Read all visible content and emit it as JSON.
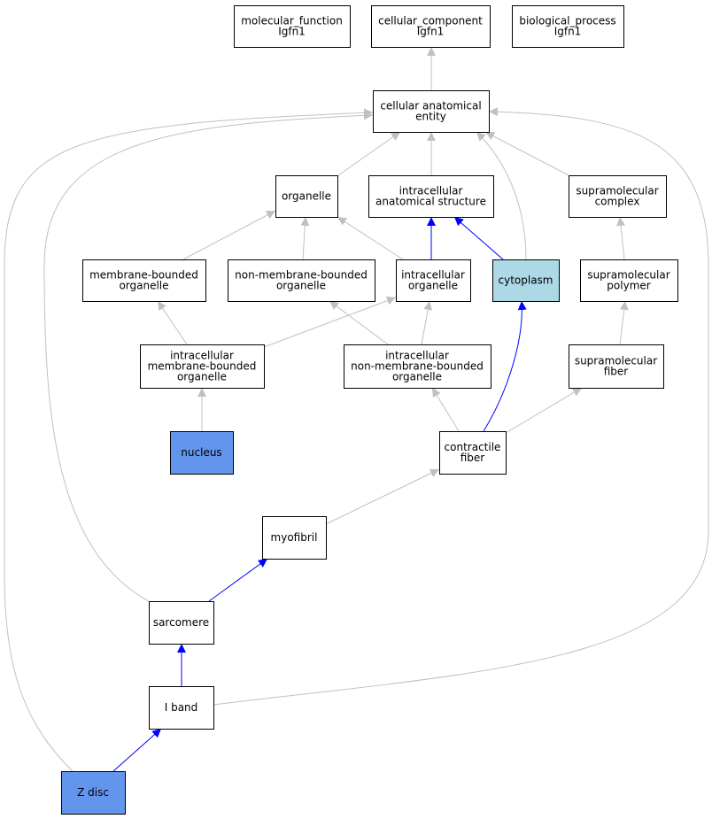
{
  "colors": {
    "default_fill": "#ffffff",
    "term_fill": "#6495ed",
    "cytoplasm_fill": "#add8e6",
    "is_a_edge": "#c0c0c0",
    "part_of_edge": "#0000ff"
  },
  "nodes": {
    "molecular_function": {
      "lines": [
        "molecular_function",
        "Igfn1"
      ],
      "fill": "default"
    },
    "cellular_component": {
      "lines": [
        "cellular_component",
        "Igfn1"
      ],
      "fill": "default"
    },
    "biological_process": {
      "lines": [
        "biological_process",
        "Igfn1"
      ],
      "fill": "default"
    },
    "cellular_anatomical_entity": {
      "lines": [
        "cellular anatomical",
        "entity"
      ],
      "fill": "default"
    },
    "organelle": {
      "lines": [
        "organelle"
      ],
      "fill": "default"
    },
    "intracellular_anatomical_structure": {
      "lines": [
        "intracellular",
        "anatomical structure"
      ],
      "fill": "default"
    },
    "supramolecular_complex": {
      "lines": [
        "supramolecular",
        "complex"
      ],
      "fill": "default"
    },
    "membrane_bounded_organelle": {
      "lines": [
        "membrane-bounded",
        "organelle"
      ],
      "fill": "default"
    },
    "non_membrane_bounded_organelle": {
      "lines": [
        "non-membrane-bounded",
        "organelle"
      ],
      "fill": "default"
    },
    "intracellular_organelle": {
      "lines": [
        "intracellular",
        "organelle"
      ],
      "fill": "default"
    },
    "cytoplasm": {
      "lines": [
        "cytoplasm"
      ],
      "fill": "cytoplasm"
    },
    "supramolecular_polymer": {
      "lines": [
        "supramolecular",
        "polymer"
      ],
      "fill": "default"
    },
    "intracellular_membrane_bounded_organelle": {
      "lines": [
        "intracellular",
        "membrane-bounded",
        "organelle"
      ],
      "fill": "default"
    },
    "intracellular_non_membrane_bounded_organelle": {
      "lines": [
        "intracellular",
        "non-membrane-bounded",
        "organelle"
      ],
      "fill": "default"
    },
    "supramolecular_fiber": {
      "lines": [
        "supramolecular",
        "fiber"
      ],
      "fill": "default"
    },
    "nucleus": {
      "lines": [
        "nucleus"
      ],
      "fill": "term"
    },
    "contractile_fiber": {
      "lines": [
        "contractile",
        "fiber"
      ],
      "fill": "default"
    },
    "myofibril": {
      "lines": [
        "myofibril"
      ],
      "fill": "default"
    },
    "sarcomere": {
      "lines": [
        "sarcomere"
      ],
      "fill": "default"
    },
    "i_band": {
      "lines": [
        "I band"
      ],
      "fill": "default"
    },
    "z_disc": {
      "lines": [
        "Z disc"
      ],
      "fill": "term"
    }
  },
  "edges": [
    {
      "from": "cellular_anatomical_entity",
      "to": "cellular_component",
      "type": "is_a"
    },
    {
      "from": "organelle",
      "to": "cellular_anatomical_entity",
      "type": "is_a"
    },
    {
      "from": "intracellular_anatomical_structure",
      "to": "cellular_anatomical_entity",
      "type": "is_a"
    },
    {
      "from": "cytoplasm",
      "to": "cellular_anatomical_entity",
      "type": "is_a"
    },
    {
      "from": "supramolecular_complex",
      "to": "cellular_anatomical_entity",
      "type": "is_a"
    },
    {
      "from": "sarcomere",
      "to": "cellular_anatomical_entity",
      "type": "is_a"
    },
    {
      "from": "z_disc",
      "to": "cellular_anatomical_entity",
      "type": "is_a"
    },
    {
      "from": "i_band",
      "to": "cellular_anatomical_entity",
      "type": "is_a"
    },
    {
      "from": "membrane_bounded_organelle",
      "to": "organelle",
      "type": "is_a"
    },
    {
      "from": "non_membrane_bounded_organelle",
      "to": "organelle",
      "type": "is_a"
    },
    {
      "from": "intracellular_organelle",
      "to": "organelle",
      "type": "is_a"
    },
    {
      "from": "intracellular_organelle",
      "to": "intracellular_anatomical_structure",
      "type": "part_of"
    },
    {
      "from": "cytoplasm",
      "to": "intracellular_anatomical_structure",
      "type": "part_of"
    },
    {
      "from": "supramolecular_polymer",
      "to": "supramolecular_complex",
      "type": "is_a"
    },
    {
      "from": "intracellular_membrane_bounded_organelle",
      "to": "membrane_bounded_organelle",
      "type": "is_a"
    },
    {
      "from": "intracellular_membrane_bounded_organelle",
      "to": "intracellular_organelle",
      "type": "is_a"
    },
    {
      "from": "intracellular_non_membrane_bounded_organelle",
      "to": "non_membrane_bounded_organelle",
      "type": "is_a"
    },
    {
      "from": "intracellular_non_membrane_bounded_organelle",
      "to": "intracellular_organelle",
      "type": "is_a"
    },
    {
      "from": "supramolecular_fiber",
      "to": "supramolecular_polymer",
      "type": "is_a"
    },
    {
      "from": "nucleus",
      "to": "intracellular_membrane_bounded_organelle",
      "type": "is_a"
    },
    {
      "from": "contractile_fiber",
      "to": "intracellular_non_membrane_bounded_organelle",
      "type": "is_a"
    },
    {
      "from": "contractile_fiber",
      "to": "supramolecular_fiber",
      "type": "is_a"
    },
    {
      "from": "contractile_fiber",
      "to": "cytoplasm",
      "type": "part_of"
    },
    {
      "from": "myofibril",
      "to": "contractile_fiber",
      "type": "is_a"
    },
    {
      "from": "sarcomere",
      "to": "myofibril",
      "type": "part_of"
    },
    {
      "from": "i_band",
      "to": "sarcomere",
      "type": "part_of"
    },
    {
      "from": "z_disc",
      "to": "i_band",
      "type": "part_of"
    }
  ]
}
